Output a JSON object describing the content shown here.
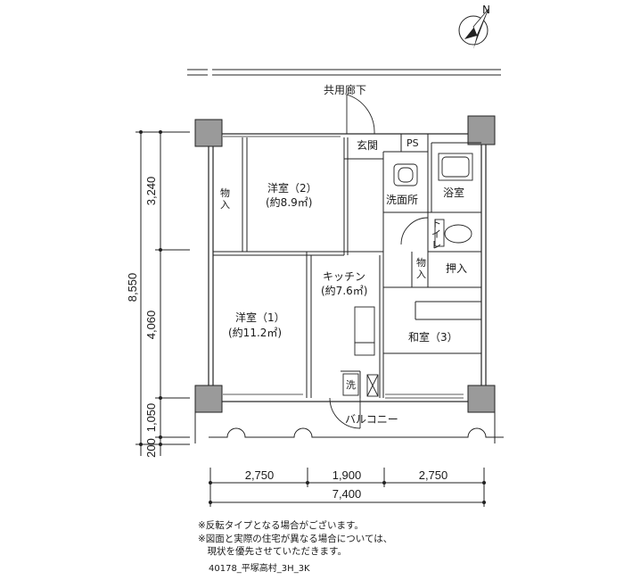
{
  "compass": {
    "north_label": "N"
  },
  "rooms": {
    "corridor": "共用廊下",
    "entrance": "玄関",
    "ps": "PS",
    "storage_left": [
      "物",
      "入"
    ],
    "western2_name": "洋室（2）",
    "western2_area": "(約8.9㎡)",
    "washroom": "洗面所",
    "bathroom": "浴室",
    "toilet": [
      "ト",
      "イ",
      "レ"
    ],
    "storage_mid": [
      "物",
      "入"
    ],
    "closet": "押入",
    "kitchen_name": "キッチン",
    "kitchen_area": "(約7.6㎡)",
    "western1_name": "洋室（1）",
    "western1_area": "(約11.2㎡)",
    "japanese_name": "和室（3）",
    "washer": "洗",
    "balcony": "バルコニー"
  },
  "dimensions": {
    "vertical": [
      "3,240",
      "4,060",
      "1,050",
      "200"
    ],
    "vertical_total": "8,550",
    "horizontal": [
      "2,750",
      "1,900",
      "2,750"
    ],
    "horizontal_total": "7,400"
  },
  "notes": [
    "※反転タイプとなる場合がございます。",
    "※図面と実際の住宅が異なる場合については、",
    "　現状を優先させていただきます。"
  ],
  "code": "40178_平塚高村_3H_3K"
}
